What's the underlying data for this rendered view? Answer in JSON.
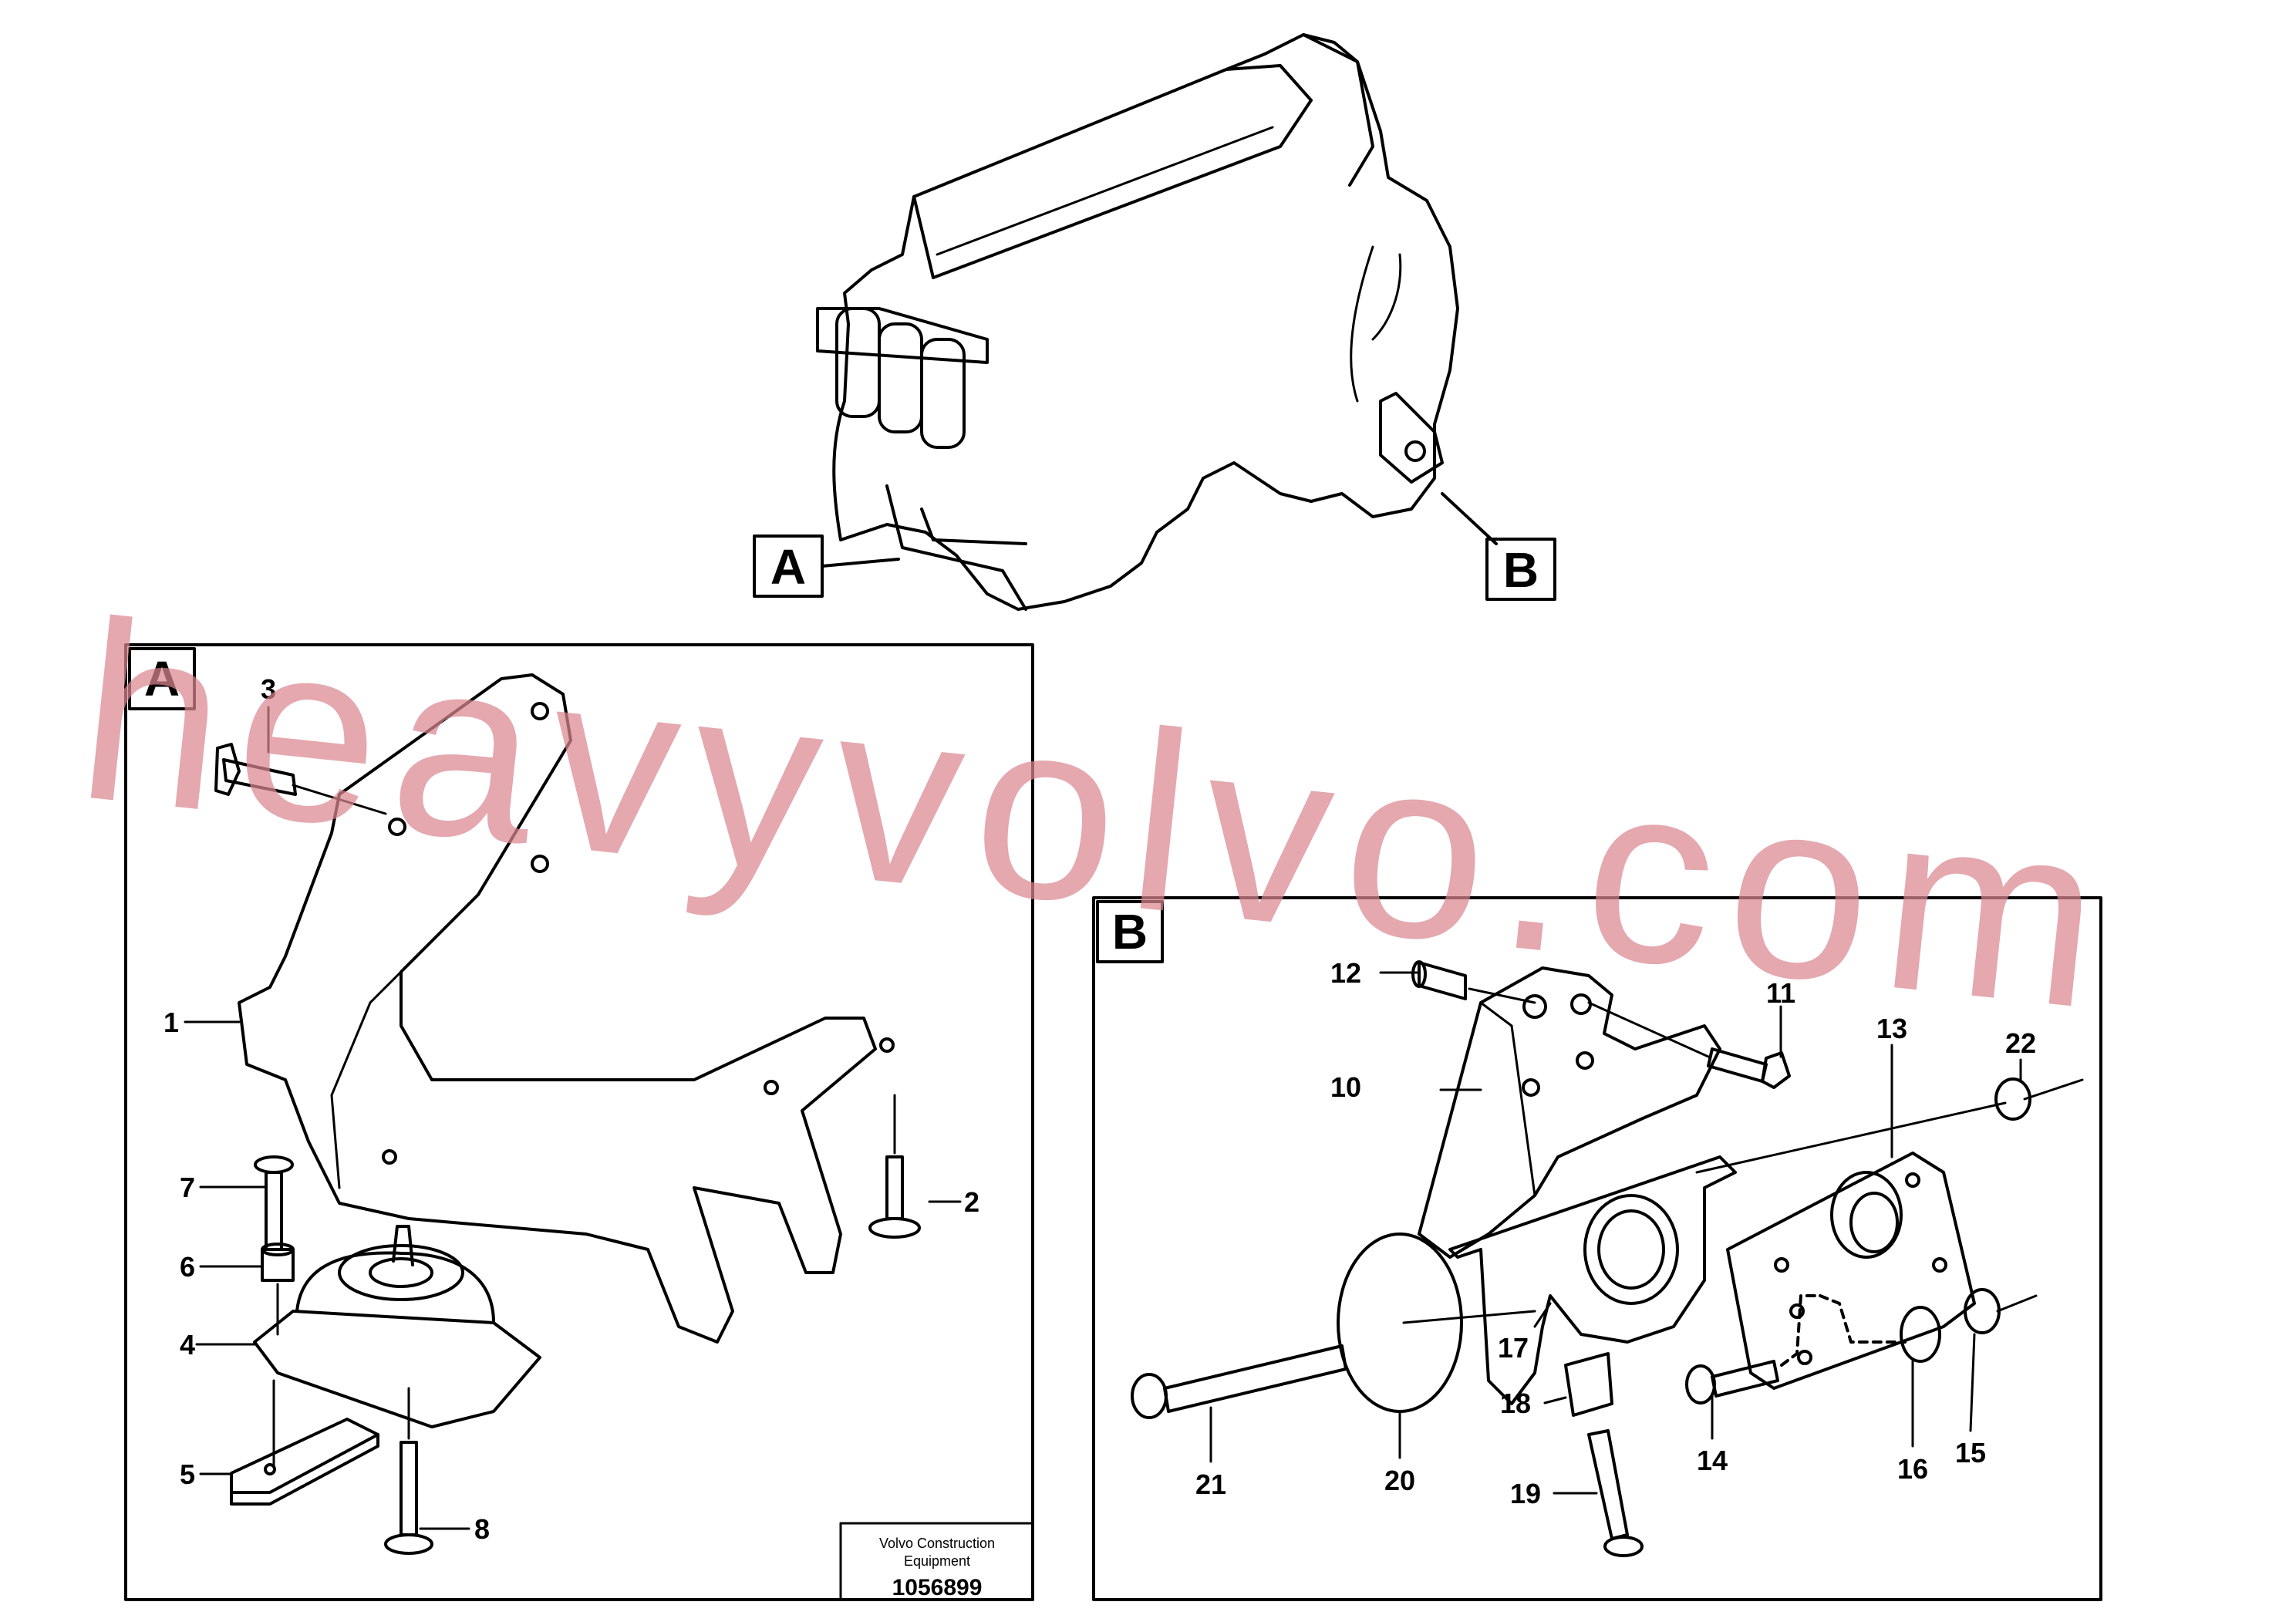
{
  "detail_boxes": [
    {
      "id": "A",
      "label": "A"
    },
    {
      "id": "B",
      "label": "B"
    }
  ],
  "callouts": {
    "engine_a": "A",
    "engine_b": "B"
  },
  "parts_a": [
    {
      "num": "1"
    },
    {
      "num": "2"
    },
    {
      "num": "3"
    },
    {
      "num": "4"
    },
    {
      "num": "5"
    },
    {
      "num": "6"
    },
    {
      "num": "7"
    },
    {
      "num": "8"
    }
  ],
  "parts_b": [
    {
      "num": "10"
    },
    {
      "num": "11"
    },
    {
      "num": "12"
    },
    {
      "num": "13"
    },
    {
      "num": "14"
    },
    {
      "num": "15"
    },
    {
      "num": "16"
    },
    {
      "num": "17"
    },
    {
      "num": "18"
    },
    {
      "num": "19"
    },
    {
      "num": "20"
    },
    {
      "num": "21"
    },
    {
      "num": "22"
    }
  ],
  "footer": {
    "company_line1": "Volvo Construction",
    "company_line2": "Equipment",
    "drawing_number": "1056899"
  },
  "watermark": {
    "text": "heavyvolvo.com"
  }
}
